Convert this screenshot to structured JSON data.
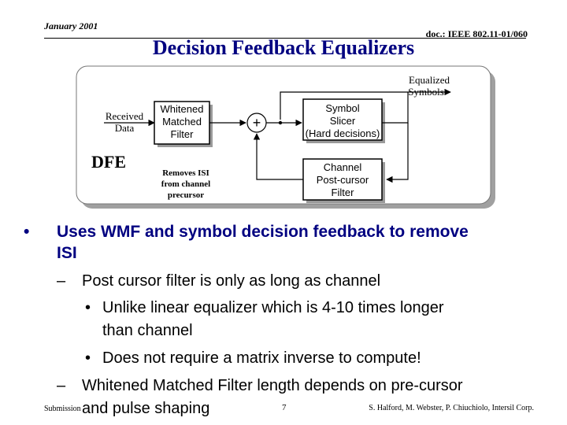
{
  "header": {
    "date": "January 2001",
    "doc": "doc.: IEEE 802.11-01/060",
    "title": "Decision Feedback Equalizers"
  },
  "diagram": {
    "input_label_line1": "Received",
    "input_label_line2": "Data",
    "dfe_label": "DFE",
    "wmf_line1": "Whitened",
    "wmf_line2": "Matched",
    "wmf_line3": "Filter",
    "wmf_note_line1": "Removes ISI",
    "wmf_note_line2": "from channel",
    "wmf_note_line3": "precursor",
    "sum_symbol": "+",
    "slicer_line1": "Symbol",
    "slicer_line2": "Slicer",
    "slicer_line3": "(Hard decisions)",
    "output_line1": "Equalized",
    "output_line2": "Symbols",
    "postcursor_line1": "Channel",
    "postcursor_line2": "Post-cursor",
    "postcursor_line3": "Filter"
  },
  "bullets": {
    "main_dot": "•",
    "main_line1": "Uses WMF and symbol decision feedback to remove",
    "main_line2": "ISI",
    "dash": "–",
    "sub1": "Post cursor filter is only as long as channel",
    "subsub_dot": "•",
    "subsub1_line1": "Unlike linear equalizer which is 4-10 times longer",
    "subsub1_line2": "than channel",
    "subsub2": "Does not require a matrix inverse to compute!",
    "sub2_line1": "Whitened Matched Filter length depends on pre-cursor",
    "sub2_line2": "and pulse shaping"
  },
  "footer": {
    "submission": "Submission",
    "page": "7",
    "authors": "S. Halford, M. Webster, P. Chiuchiolo, Intersil Corp."
  },
  "colors": {
    "title": "#000080",
    "bullet_main": "#000080",
    "frame_shadow": "#9a9a9a"
  }
}
